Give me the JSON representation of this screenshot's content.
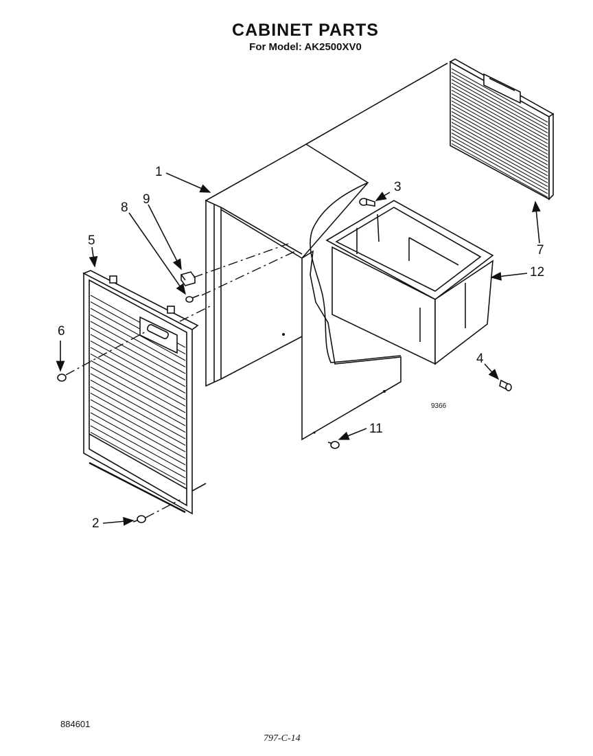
{
  "header": {
    "title": "CABINET PARTS",
    "subtitle": "For Model: AK2500XV0"
  },
  "callouts": {
    "c1": "1",
    "c2": "2",
    "c3": "3",
    "c4": "4",
    "c5": "5",
    "c6": "6",
    "c7": "7",
    "c8": "8",
    "c9": "9",
    "c11": "11",
    "c12": "12"
  },
  "diagram_number": "9366",
  "footer": {
    "doc_number": "884601",
    "page_code": "797-C-14"
  }
}
